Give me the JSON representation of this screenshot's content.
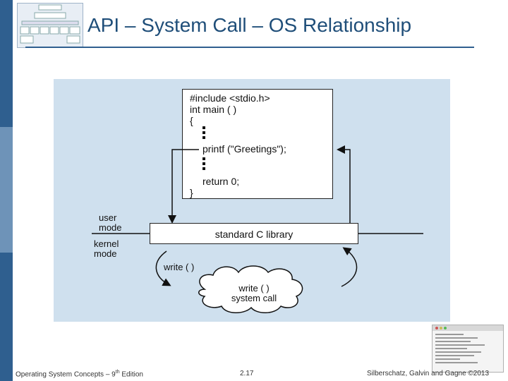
{
  "slide": {
    "title": "API – System Call – OS Relationship"
  },
  "diagram": {
    "code_lines": [
      "#include <stdio.h>",
      "int main ( )",
      "{",
      "printf (\"Greetings\");",
      "return 0;",
      "}"
    ],
    "library_label": "standard C library",
    "user_mode": [
      "user",
      "mode"
    ],
    "kernel_mode": [
      "kernel",
      "mode"
    ],
    "write_call": "write ( )",
    "system_call": [
      "write ( )",
      "system call"
    ]
  },
  "footer": {
    "book_prefix": "Operating System Concepts – 9",
    "book_sup": "th",
    "book_suffix": " Edition",
    "page": "2.17",
    "copyright": "Silberschatz, Galvin and Gagne ©2013"
  },
  "colors": {
    "accent": "#2f5f8f",
    "title": "#1f4e79",
    "diagram_bg": "#cfe0ee"
  }
}
